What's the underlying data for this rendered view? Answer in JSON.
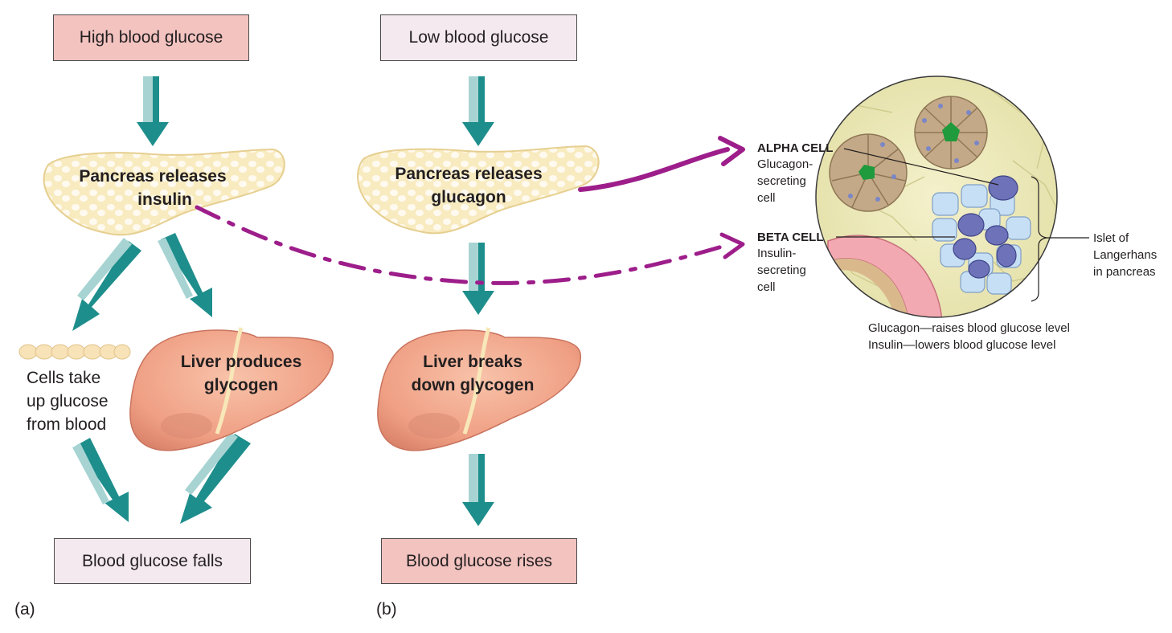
{
  "panel_a": {
    "top_box": "High blood glucose",
    "pancreas_label": [
      "Pancreas releases",
      "insulin"
    ],
    "cells_label": [
      "Cells take",
      "up glucose",
      "from blood"
    ],
    "liver_label": [
      "Liver produces",
      "glycogen"
    ],
    "bottom_box": "Blood glucose falls",
    "panel_letter": "(a)"
  },
  "panel_b": {
    "top_box": "Low blood glucose",
    "pancreas_label": [
      "Pancreas releases",
      "glucagon"
    ],
    "liver_label": [
      "Liver breaks",
      "down glycogen"
    ],
    "bottom_box": "Blood glucose rises",
    "panel_letter": "(b)"
  },
  "islet": {
    "alpha_title": "ALPHA CELL",
    "alpha_desc": [
      "Glucagon-",
      "secreting",
      "cell"
    ],
    "beta_title": "BETA CELL",
    "beta_desc": [
      "Insulin-",
      "secreting",
      "cell"
    ],
    "islet_label": [
      "Islet of",
      "Langerhans",
      "in pancreas"
    ],
    "caption": [
      "Glucagon—raises blood glucose level",
      "Insulin—lowers blood glucose level"
    ]
  },
  "colors": {
    "high_box": "#f3c3c0",
    "low_box": "#f4e9ef",
    "arrow": "#1e8e8c",
    "arrow_light": "#a7d4d3",
    "magenta": "#9d1e8a",
    "pancreas": "#f7e7b4",
    "liver": "#f2a98c",
    "alpha_cell": "#6d72b9",
    "beta_cell": "#c7dff5"
  }
}
